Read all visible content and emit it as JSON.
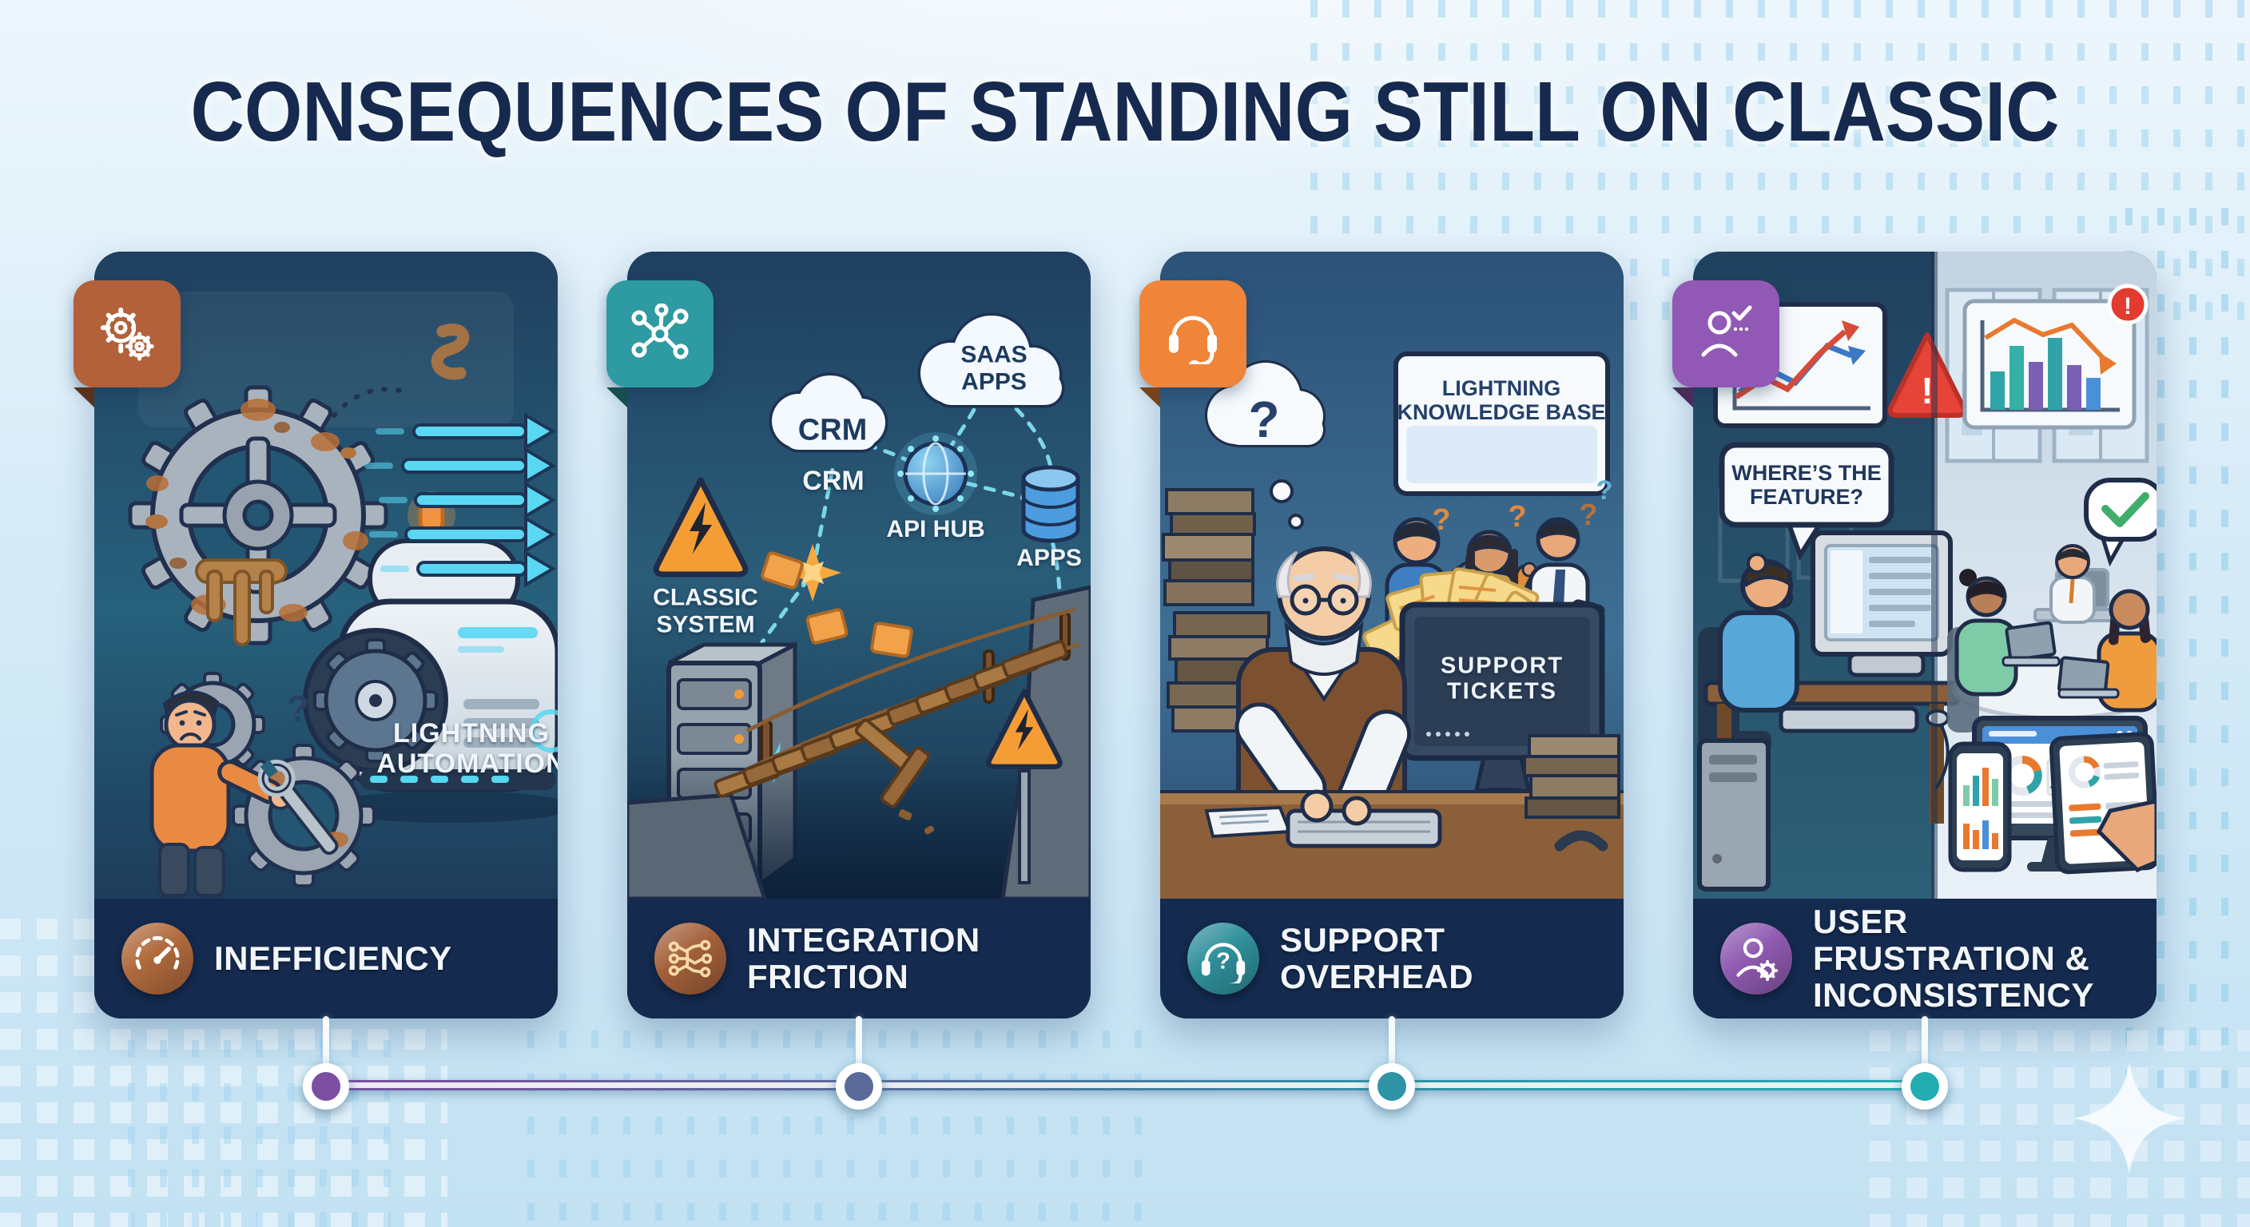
{
  "page": {
    "title": "CONSEQUENCES OF STANDING STILL ON CLASSIC",
    "background": "#d8ecf8",
    "title_color": "#16294e"
  },
  "glyphs": {
    "question": "?",
    "exclamation": "!"
  },
  "panels": [
    {
      "label": "INEFFICIENCY",
      "badge_icon": "gears-icon",
      "badge_color": "#b2613a",
      "footer_icon": "speedometer-icon",
      "footer_icon_color": "#b06a3c",
      "node_color": "#7b4fa0",
      "illustration": {
        "caption_line1": "LIGHTNING",
        "caption_line2": "AUTOMATION"
      }
    },
    {
      "label": "INTEGRATION FRICTION",
      "badge_icon": "network-icon",
      "badge_color": "#2e9aa1",
      "footer_icon": "circuit-icon",
      "footer_icon_color": "#a3603a",
      "node_color": "#5a6b99",
      "illustration": {
        "cloud_crm": "CRM",
        "crm_caption": "CRM",
        "cloud_saas_line1": "SAAS",
        "cloud_saas_line2": "APPS",
        "api_hub_label": "API HUB",
        "apps_label": "APPS",
        "classic_line1": "CLASSIC",
        "classic_line2": "SYSTEM"
      }
    },
    {
      "label": "SUPPORT OVERHEAD",
      "badge_icon": "headset-icon",
      "badge_color": "#f08438",
      "footer_icon": "headset-question-icon",
      "footer_icon_color": "#2f8f9b",
      "node_color": "#2f93a6",
      "illustration": {
        "board_line1": "LIGHTNING",
        "board_line2": "KNOWLEDGE BASE",
        "screen_line1": "SUPPORT",
        "screen_line2": "TICKETS"
      }
    },
    {
      "label": "USER FRUSTRATION & INCONSISTENCY",
      "badge_icon": "user-check-icon",
      "badge_color": "#9159b5",
      "footer_icon": "user-gear-icon",
      "footer_icon_color": "#8f5ab0",
      "node_color": "#23adb0",
      "illustration": {
        "speech_line1": "WHERE’S THE",
        "speech_line2": "FEATURE?"
      }
    }
  ]
}
